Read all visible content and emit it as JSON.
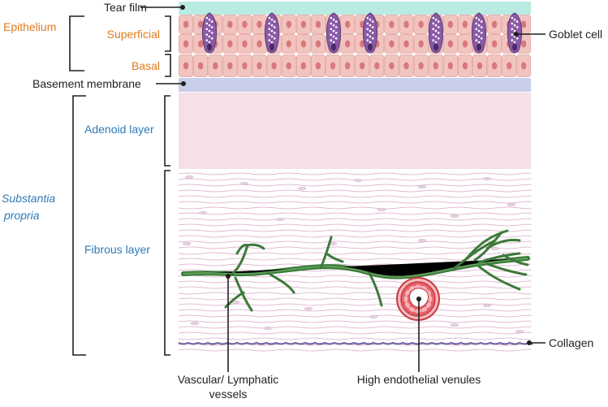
{
  "labels": {
    "tear_film": "Tear film",
    "epithelium": "Epithelium",
    "superficial": "Superficial",
    "basal": "Basal",
    "basement_membrane": "Basement membrane",
    "adenoid_layer": "Adenoid layer",
    "substantia_line1": "Substantia",
    "substantia_line2": "propria",
    "fibrous_layer": "Fibrous layer",
    "goblet_cell": "Goblet cell",
    "collagen": "Collagen",
    "vascular_line1": "Vascular/ Lymphatic",
    "vascular_line2": "vessels",
    "venules": "High endothelial venules"
  },
  "colors": {
    "tear_film": "#b9ebe3",
    "epithelial_cell": "#f2c4c0",
    "epithelial_nucleus": "#d9787a",
    "goblet_cell": "#8a5aa6",
    "basement_membrane": "#c9cfe8",
    "adenoid_layer": "#f5dfe9",
    "fibrous_line": "#d9a6c4",
    "vessel": "#3c7a3a",
    "venule": "#d94a52",
    "collagen": "#7a6aa6",
    "label_orange": "#e07b1f",
    "label_blue": "#2f7ab8"
  }
}
